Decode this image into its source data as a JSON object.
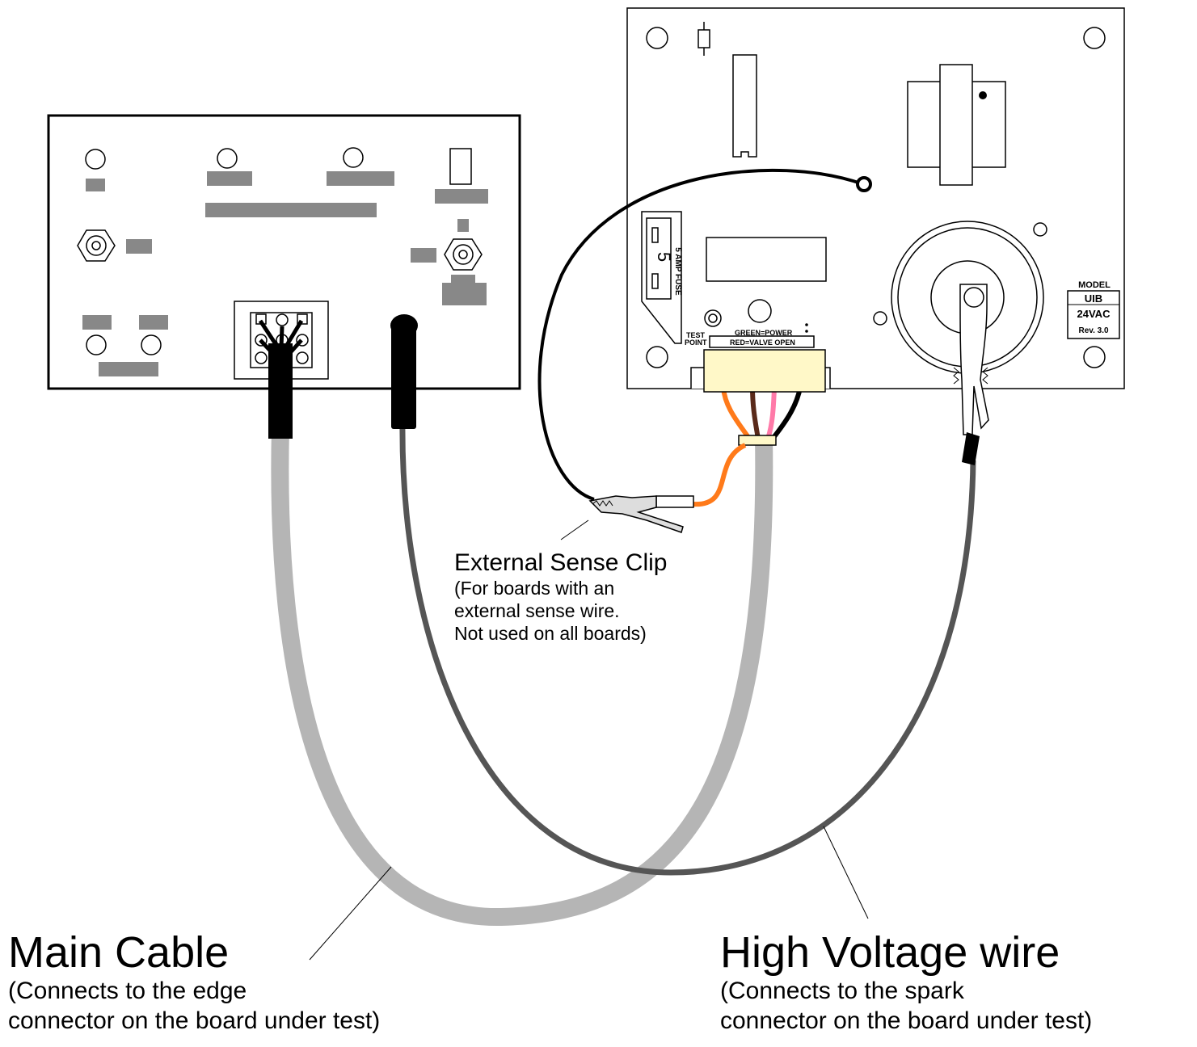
{
  "labels": {
    "external_sense_clip": {
      "title": "External Sense Clip",
      "lines": [
        "(For boards with an",
        "external sense wire.",
        "Not used on all boards)"
      ]
    },
    "main_cable": {
      "title": "Main Cable",
      "lines": [
        "(Connects to the edge",
        "connector on the board under test)"
      ]
    },
    "high_voltage_wire": {
      "title": "High Voltage wire",
      "lines": [
        "(Connects to the spark",
        "connector on the board under test)"
      ]
    }
  },
  "board_text": {
    "fuse": "5 AMP FUSE",
    "fuse_value": "5",
    "test_point_1": "TEST",
    "test_point_2": "POINT",
    "led_green": "GREEN=POWER",
    "led_red": "RED=VALVE OPEN",
    "model_title": "MODEL",
    "model_name": "UIB",
    "model_voltage": "24VAC",
    "model_rev": "Rev. 3.0"
  },
  "colors": {
    "main_cable": "#b5b5b5",
    "high_voltage_wire": "#555555",
    "sense_wire": "#000000",
    "orange_wire": "#ff7a1a",
    "brown_wire": "#5a2a1a",
    "pink_wire": "#ff7aa8",
    "connector_body": "#fff8c8",
    "component_pad": "#888888"
  }
}
